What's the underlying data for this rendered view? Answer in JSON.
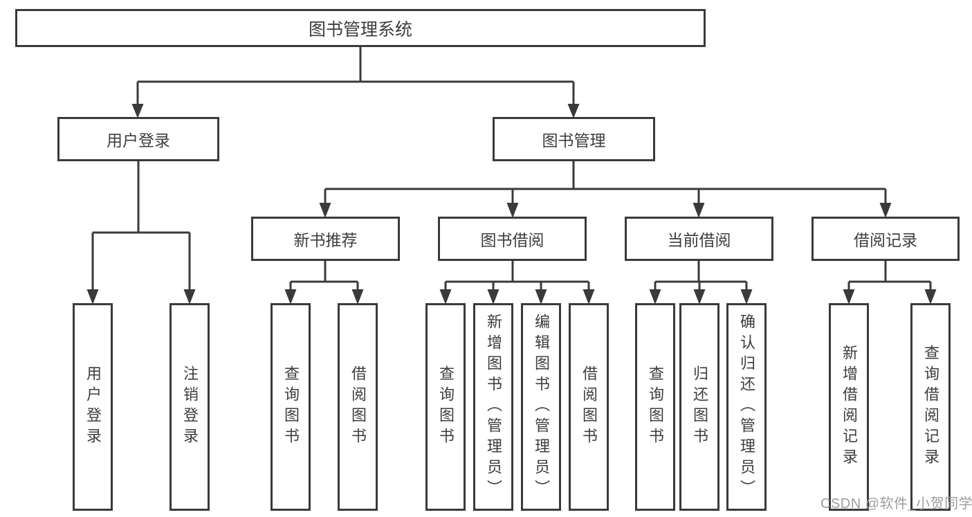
{
  "nodes": {
    "root": "图书管理系统",
    "level2": {
      "user_login": "用户登录",
      "book_management": "图书管理"
    },
    "level3": {
      "new_book_recommend": "新书推荐",
      "book_borrowing": "图书借阅",
      "current_borrowing": "当前借阅",
      "borrowing_records": "借阅记录"
    },
    "leaves": {
      "user_login": "用户登录",
      "logout": "注销登录",
      "query_books_recommend": "查询图书",
      "borrow_books_recommend": "借阅图书",
      "query_books_borrowing": "查询图书",
      "add_books_admin": "新增图书（管理员）",
      "edit_books_admin": "编辑图书（管理员）",
      "borrow_books_borrowing": "借阅图书",
      "query_books_current": "查询图书",
      "return_books": "归还图书",
      "confirm_return_admin": "确认归还（管理员）",
      "add_borrowing_record": "新增借阅记录",
      "query_borrowing_record": "查询借阅记录"
    }
  },
  "watermark": "CSDN @软件_小贺同学",
  "colors": {
    "line": "#3a3a3a",
    "box_border": "#3a3a3a",
    "text": "#3d3d3d",
    "watermark": "#9e9e9e",
    "background": "#ffffff"
  }
}
